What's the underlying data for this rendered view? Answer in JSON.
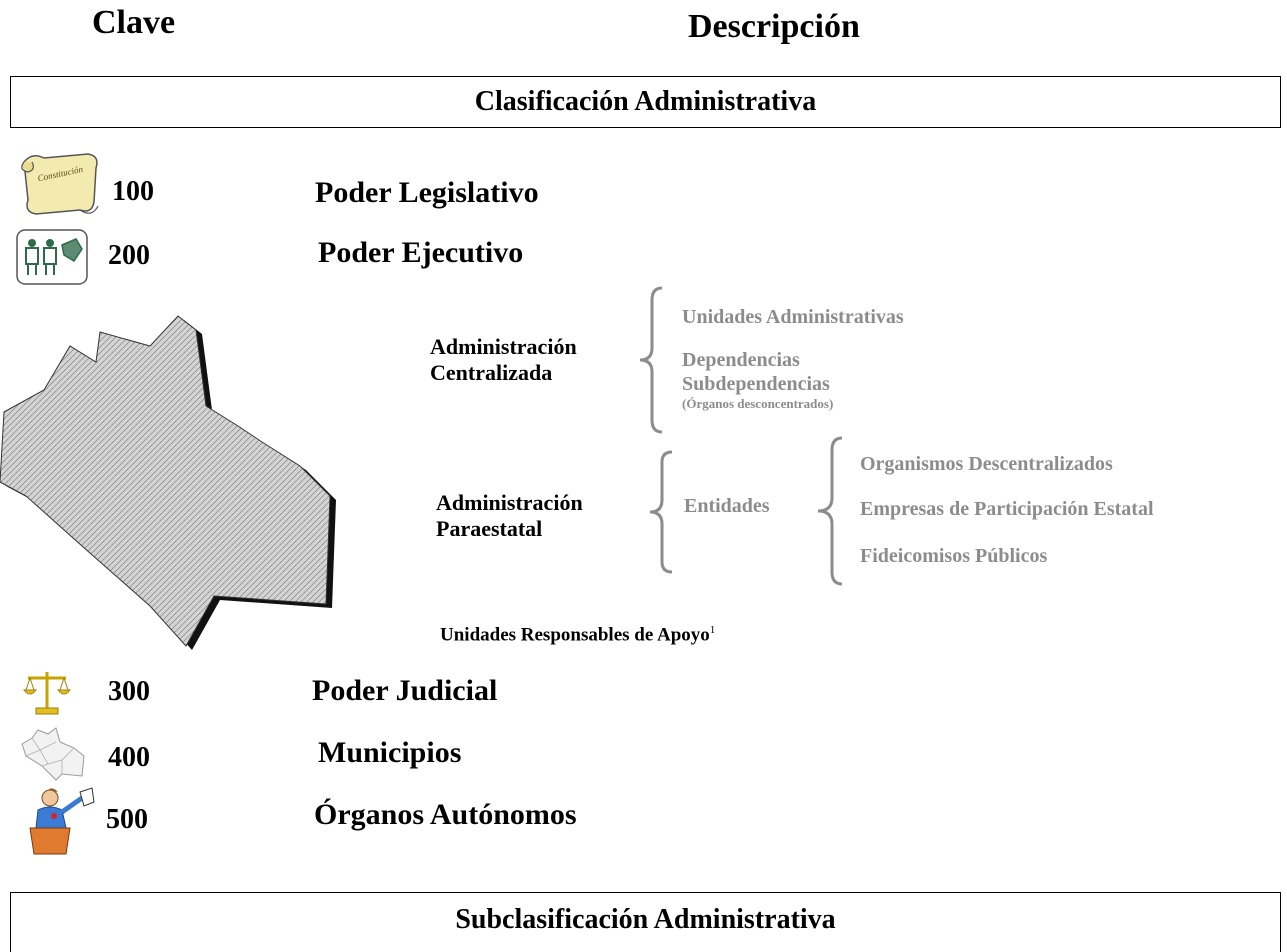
{
  "header": {
    "clave": "Clave",
    "descripcion": "Descripción"
  },
  "section_top": "Clasificación Administrativa",
  "section_bottom": "Subclasificación Administrativa",
  "rows": [
    {
      "code": "100",
      "name": "Poder Legislativo",
      "icon": "scroll-icon",
      "icon_text": "Constitución"
    },
    {
      "code": "200",
      "name": "Poder Ejecutivo",
      "icon": "officials-icon"
    },
    {
      "code": "300",
      "name": "Poder Judicial",
      "icon": "scales-icon"
    },
    {
      "code": "400",
      "name": "Municipios",
      "icon": "municipal-map-icon"
    },
    {
      "code": "500",
      "name": "Órganos Autónomos",
      "icon": "speaker-podium-icon"
    }
  ],
  "ejecutivo": {
    "centralizada": {
      "label_line1": "Administración",
      "label_line2": "Centralizada",
      "items": [
        "Unidades Administrativas",
        "Dependencias",
        "Subdependencias"
      ],
      "note": "(Órganos desconcentrados)"
    },
    "paraestatal": {
      "label_line1": "Administración",
      "label_line2": "Paraestatal",
      "entidades": "Entidades",
      "items": [
        "Organismos Descentralizados",
        "Empresas de Participación Estatal",
        "Fideicomisos Públicos"
      ]
    },
    "apoyo": "Unidades Responsables de Apoyo",
    "apoyo_sup": "1"
  },
  "colors": {
    "grey_text": "#8c8c8c",
    "map_fill": "#c9c9c9",
    "scroll": "#f3eab0",
    "scales": "#e0c020",
    "podium": "#e07a2e"
  }
}
